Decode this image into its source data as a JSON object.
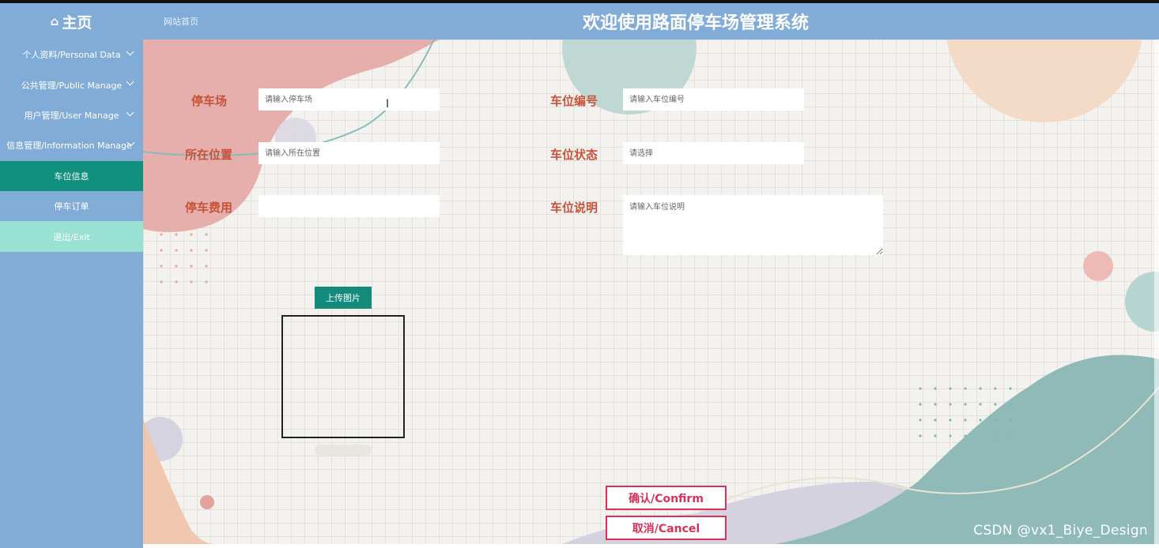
{
  "header": {
    "home_label": "主页",
    "site_link": "网站首页",
    "app_title": "欢迎使用路面停车场管理系统"
  },
  "sidebar": {
    "items": [
      {
        "label": "个人资料/Personal Data",
        "expandable": true
      },
      {
        "label": "公共管理/Public Manage",
        "expandable": true
      },
      {
        "label": "用户管理/User Manage",
        "expandable": true
      },
      {
        "label": "信息管理/Information Manage",
        "expandable": true
      },
      {
        "label": "车位信息",
        "active": true
      },
      {
        "label": "停车订单"
      },
      {
        "label": "退出/Exit"
      }
    ]
  },
  "form": {
    "parking_lot": {
      "label": "停车场",
      "placeholder": "请输入停车场",
      "value": ""
    },
    "space_number": {
      "label": "车位编号",
      "placeholder": "请输入车位编号",
      "value": ""
    },
    "location": {
      "label": "所在位置",
      "placeholder": "请输入所在位置",
      "value": ""
    },
    "space_status": {
      "label": "车位状态",
      "placeholder": "请选择",
      "value": ""
    },
    "fee": {
      "label": "停车费用",
      "placeholder": "",
      "value": ""
    },
    "description": {
      "label": "车位说明",
      "placeholder": "请输入车位说明",
      "value": ""
    },
    "upload_label": "上传图片",
    "confirm_label": "确认/Confirm",
    "cancel_label": "取消/Cancel"
  },
  "watermark": "CSDN @vx1_Biye_Design",
  "colors": {
    "sidebar_bg": "#82acd8",
    "active_item": "#12907f",
    "exit_item": "#98e1d3",
    "label_color": "#c8513a",
    "button_border": "#d6325a",
    "upload_button": "#138a7c"
  }
}
